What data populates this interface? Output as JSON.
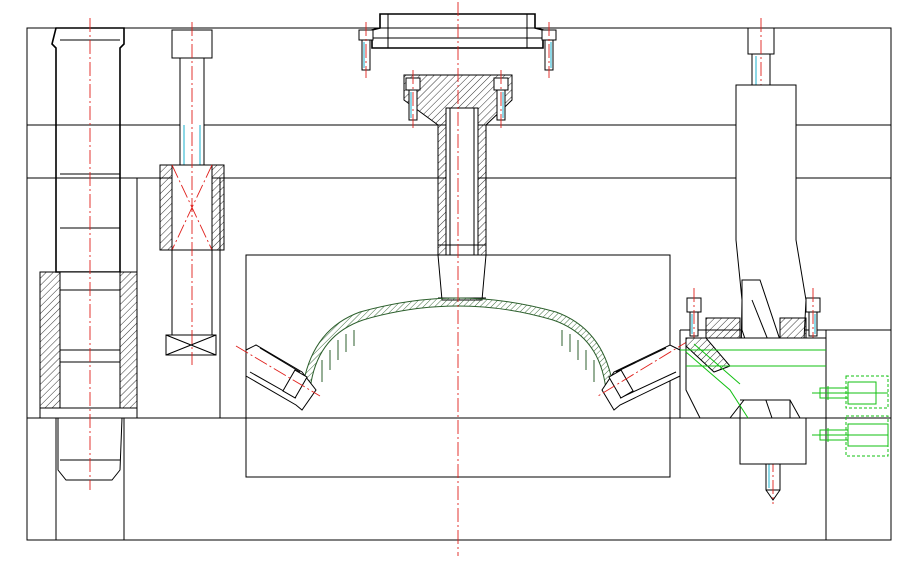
{
  "drawing": {
    "colors": {
      "outline": "#000000",
      "centerline": "#e0201c",
      "thread": "#00a7c7",
      "hidden_ejector": "#12c012",
      "product_hatch": "#2c5f2c"
    },
    "components": [
      "top-clamp-plate",
      "cavity-plate",
      "core-block",
      "sprue-bushing",
      "locating-ring",
      "guide-pillar",
      "support-pillar-bolt",
      "angle-pin-slider",
      "slider-lifters",
      "molded-part",
      "socket-head-bolts",
      "ejector-bolts"
    ]
  }
}
